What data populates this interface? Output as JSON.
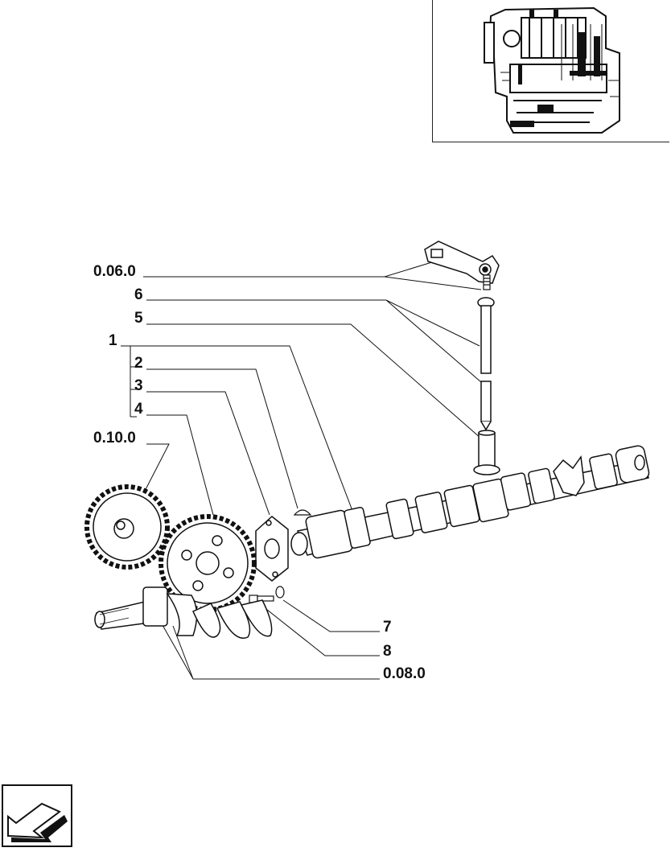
{
  "callouts": {
    "c_0060": "0.06.0",
    "c_6": "6",
    "c_5": "5",
    "c_1": "1",
    "c_2": "2",
    "c_3": "3",
    "c_4": "4",
    "c_0100": "0.10.0",
    "c_7": "7",
    "c_8": "8",
    "c_0080": "0.08.0"
  },
  "icons": {
    "thumbnail": "engine-cutaway-thumbnail-icon",
    "nav": "arrow-back-icon"
  },
  "colors": {
    "line": "#111111",
    "background": "#ffffff"
  }
}
